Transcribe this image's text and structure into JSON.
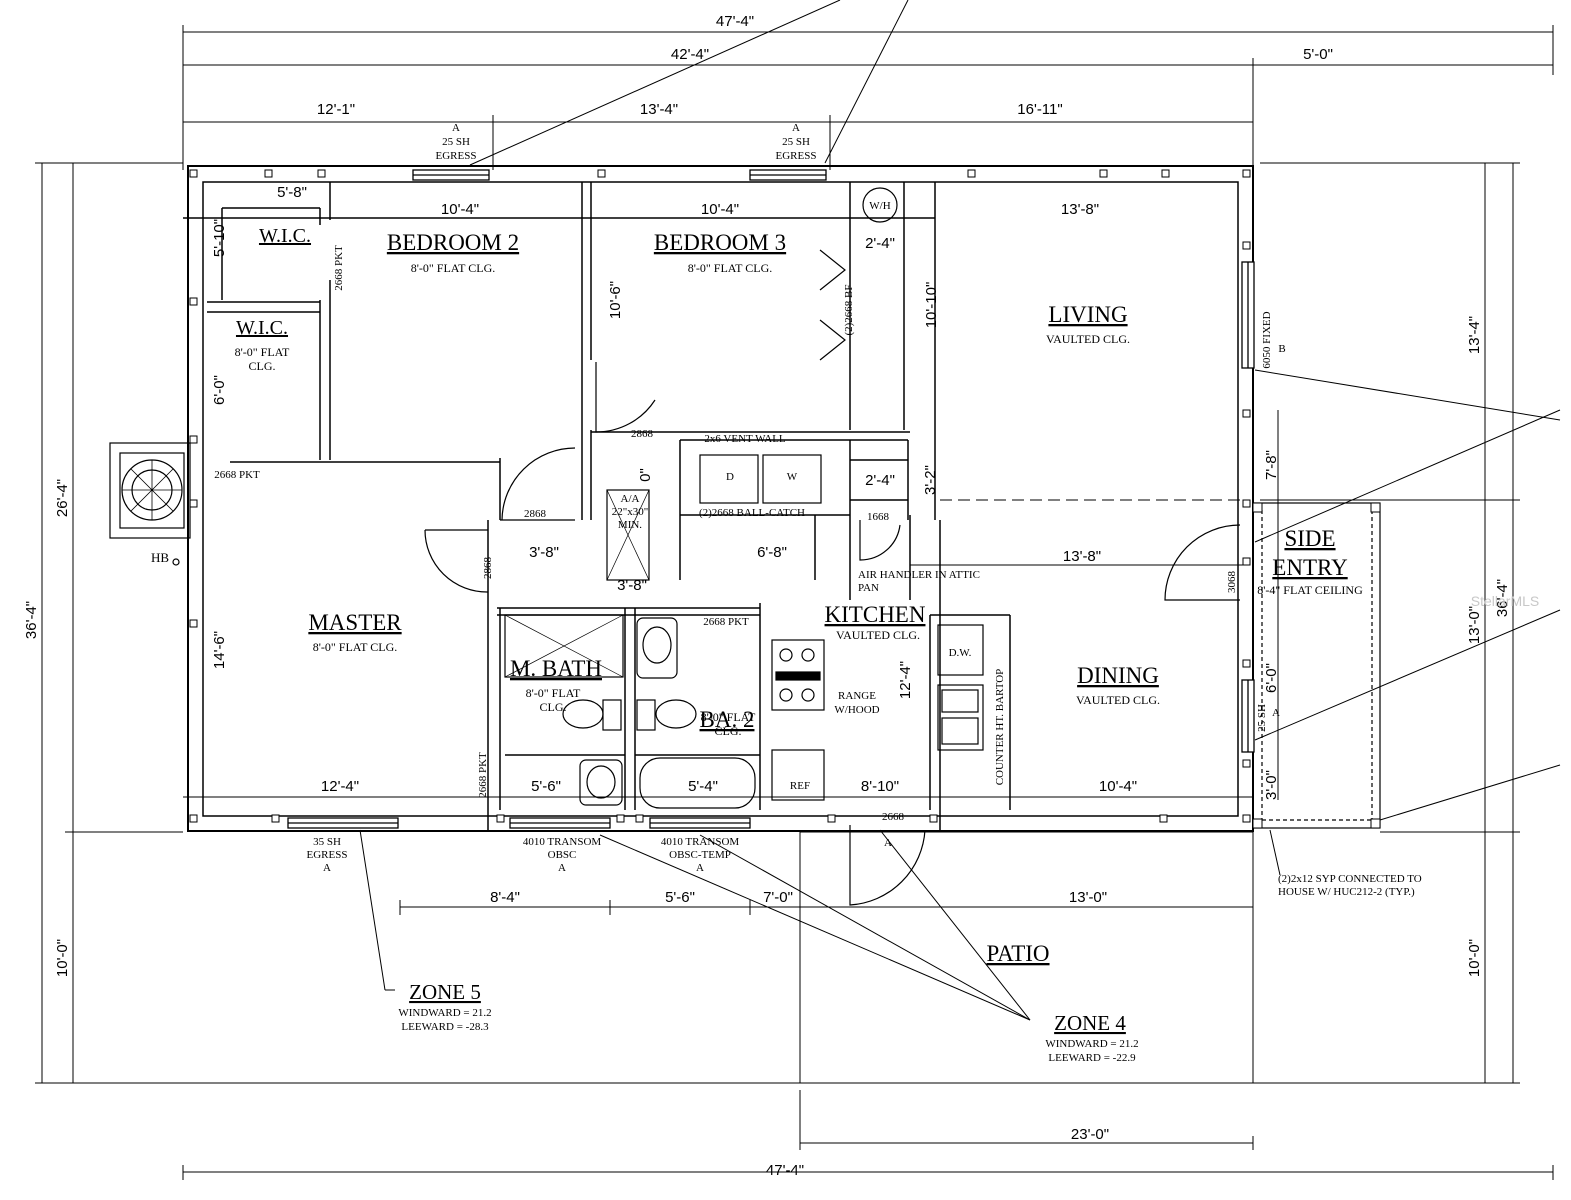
{
  "rooms": {
    "bedroom2": {
      "name": "BEDROOM 2",
      "ceiling": "8'-0\" FLAT CLG."
    },
    "bedroom3": {
      "name": "BEDROOM 3",
      "ceiling": "8'-0\" FLAT CLG."
    },
    "living": {
      "name": "LIVING",
      "ceiling": "VAULTED CLG."
    },
    "master": {
      "name": "MASTER",
      "ceiling": "8'-0\" FLAT CLG."
    },
    "kitchen": {
      "name": "KITCHEN",
      "ceiling": "VAULTED CLG."
    },
    "dining": {
      "name": "DINING",
      "ceiling": "VAULTED CLG."
    },
    "mbath": {
      "name": "M. BATH",
      "ceiling": "8'-0\" FLAT",
      "ceiling2": "CLG."
    },
    "ba2": {
      "name": "BA. 2",
      "ceiling": "8'-0\" FLAT",
      "ceiling2": "CLG."
    },
    "wic1": {
      "name": "W.I.C."
    },
    "wic2": {
      "name": "W.I.C.",
      "ceiling": "8'-0\" FLAT",
      "ceiling2": "CLG."
    },
    "side_entry": {
      "name1": "SIDE",
      "name2": "ENTRY",
      "ceiling": "8'-4\" FLAT CEILING"
    },
    "patio": {
      "name": "PATIO"
    }
  },
  "dims": {
    "overall_top": "47'-4\"",
    "overall_bottom": "47'-4\"",
    "house_width": "42'-4\"",
    "entry_width": "5'-0\"",
    "seg_12_1": "12'-1\"",
    "seg_13_4": "13'-4\"",
    "seg_16_11": "16'-11\"",
    "bed2_w": "10'-4\"",
    "bed3_w": "10'-4\"",
    "living_w": "13'-8\"",
    "wic_w": "5'-8\"",
    "wic_h": "5'-10\"",
    "wic2_h": "6'-0\"",
    "bed3_h": "10'-6\"",
    "living_h": "10'-10\"",
    "wh_w": "2'-4\"",
    "closet_w": "2'-4\"",
    "h_3_2": "3'-2\"",
    "h_7_8": "7'-8\"",
    "h_0": "0\"",
    "hall_w": "3'-8\"",
    "hall_w2": "3'-8\"",
    "laundry_w": "6'-8\"",
    "dining_w": "13'-8\"",
    "master_h": "14'-6\"",
    "kitchen_h": "12'-4\"",
    "master_w": "12'-4\"",
    "mbath_w": "5'-6\"",
    "ba2_w": "5'-4\"",
    "kitchen_w": "8'-10\"",
    "dining_w2": "10'-4\"",
    "left_h": "26'-4\"",
    "overall_h": "36'-4\"",
    "right_overall_h": "36'-4\"",
    "patio_h_left": "10'-0\"",
    "patio_h_right": "10'-0\"",
    "right_13_4": "13'-4\"",
    "right_13_0": "13'-0\"",
    "entry_6_0": "6'-0\"",
    "entry_3_0": "3'-0\"",
    "b_8_4": "8'-4\"",
    "b_5_6": "5'-6\"",
    "b_7_0": "7'-0\"",
    "b_13_0": "13'-0\"",
    "patio_w": "23'-0\""
  },
  "notes": {
    "win_a1": {
      "l1": "A",
      "l2": "25 SH",
      "l3": "EGRESS"
    },
    "win_a2": {
      "l1": "A",
      "l2": "25 SH",
      "l3": "EGRESS"
    },
    "win_master": {
      "l1": "35 SH",
      "l2": "EGRESS",
      "l3": "A"
    },
    "transom1": {
      "l1": "4010 TRANSOM",
      "l2": "OBSC",
      "l3": "A"
    },
    "transom2": {
      "l1": "4010 TRANSOM",
      "l2": "OBSC-TEMP",
      "l3": "A"
    },
    "pkt_2668_bed2": "2668 PKT",
    "pkt_2668_master": "2668 PKT",
    "pkt_2668_mbath": "2668 PKT",
    "pkt_2668_ba2": "2668 PKT",
    "bf_2668": "(2)2668 BF",
    "d_2868a": "2868",
    "d_2868b": "2868",
    "d_2868c": "2868",
    "vent_wall": "2x6 VENT WALL",
    "ball_catch": "(2)2668 BALL-CATCH",
    "d1668": "1668",
    "air_handler": "AIR HANDLER IN ATTIC",
    "pan": "PAN",
    "d2668": "2668",
    "d3068": "3068",
    "fixed": "6050 FIXED",
    "b_tag": "B",
    "a_tag": "A",
    "a_tag2": "A",
    "sh25": "25 SH",
    "ac_size1": "A/A",
    "ac_size2": "22\"x30\"",
    "ac_size3": "MIN.",
    "wh": "W/H",
    "washer": "W",
    "dryer": "D",
    "dw": "D.W.",
    "range": "RANGE",
    "range2": "W/HOOD",
    "ref": "REF",
    "bartop": "COUNTER HT. BARTOP",
    "hb": "HB",
    "syp1": "(2)2x12 SYP CONNECTED TO",
    "syp2": "HOUSE W/ HUC212-2 (TYP.)"
  },
  "zones": {
    "z5": {
      "name": "ZONE 5",
      "windward": "WINDWARD = 21.2",
      "leeward": "LEEWARD = -28.3"
    },
    "z4": {
      "name": "ZONE 4",
      "windward": "WINDWARD = 21.2",
      "leeward": "LEEWARD = -22.9"
    }
  },
  "watermark": "StellarMLS"
}
